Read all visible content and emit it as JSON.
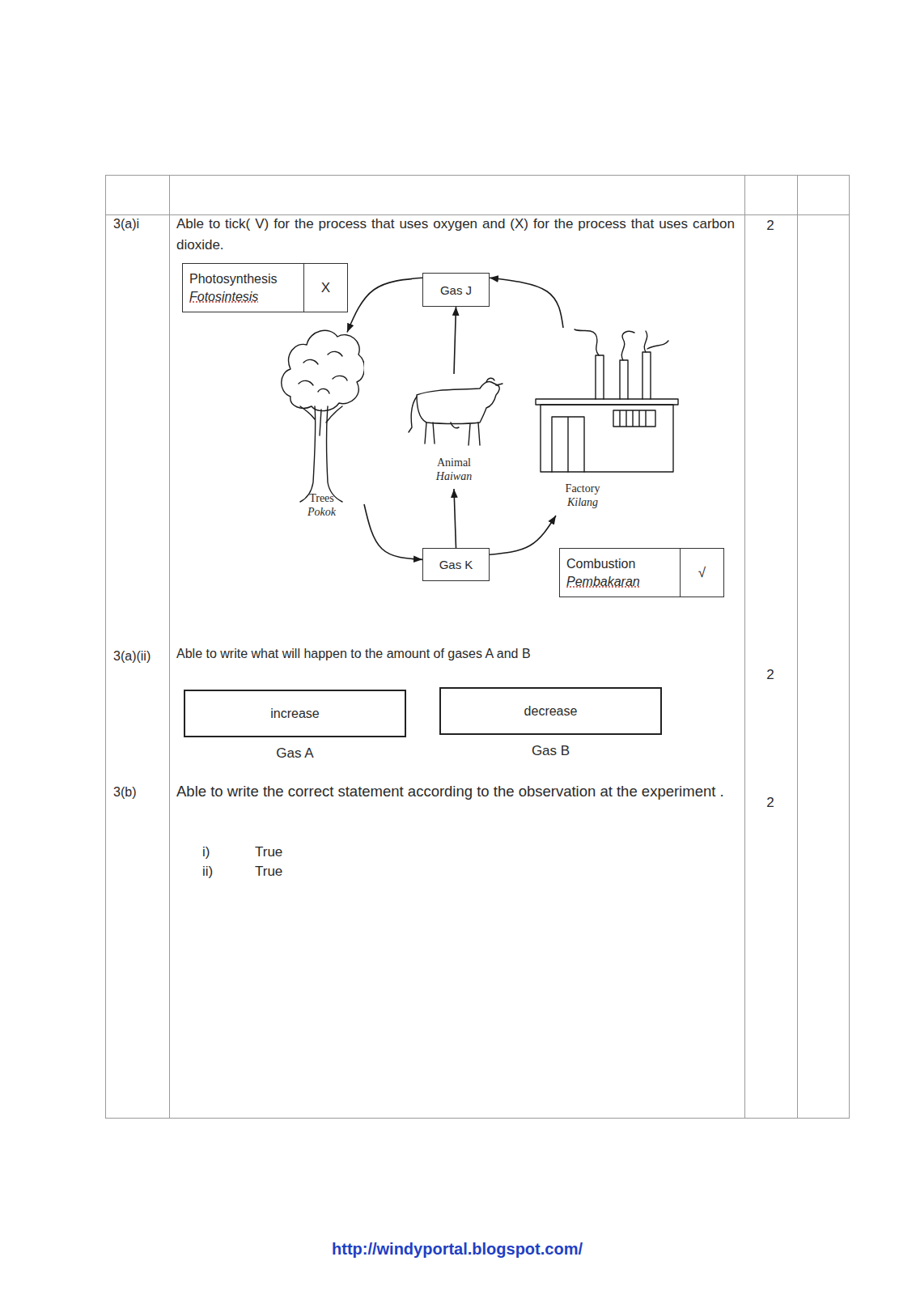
{
  "diagram": {
    "nodes": [
      {
        "text": [
          "Photosynthesis",
          "Fotosintesis",
          "X"
        ]
      },
      {
        "text": [
          "Gas J"
        ]
      },
      {
        "text": [
          "Trees",
          "Pokok"
        ]
      },
      {
        "text": [
          "Animal",
          "Haiwan"
        ]
      },
      {
        "text": [
          "Factory",
          "Kilang"
        ]
      },
      {
        "text": [
          "Gas K"
        ]
      },
      {
        "text": [
          "Combustion",
          "Pembakaran",
          "√"
        ]
      },
      {
        "text": [
          "increase",
          "Gas A"
        ]
      },
      {
        "text": [
          "decrease",
          "Gas B"
        ]
      }
    ],
    "edges": [
      {
        "from": 1,
        "to": 2,
        "arrow": "to"
      },
      {
        "from": 2,
        "to": 5,
        "arrow": "to"
      },
      {
        "from": 5,
        "to": 3,
        "arrow": "to"
      },
      {
        "from": 3,
        "to": 1,
        "arrow": "to"
      },
      {
        "from": 5,
        "to": 4,
        "arrow": "to"
      },
      {
        "from": 4,
        "to": 1,
        "arrow": "to"
      }
    ],
    "labels": [
      "3(a)i",
      "Able to tick( V) for the process that uses oxygen and (X) for the process that uses carbon dioxide.",
      "2",
      "3(a)(ii)",
      "Able to write what will happen to the amount of gases A and B",
      "2",
      "3(b)",
      "Able to write the correct statement according to the observation at the experiment .",
      "2",
      "i)",
      "True",
      "ii)",
      "True",
      "http://windyportal.blogspot.com/"
    ]
  }
}
